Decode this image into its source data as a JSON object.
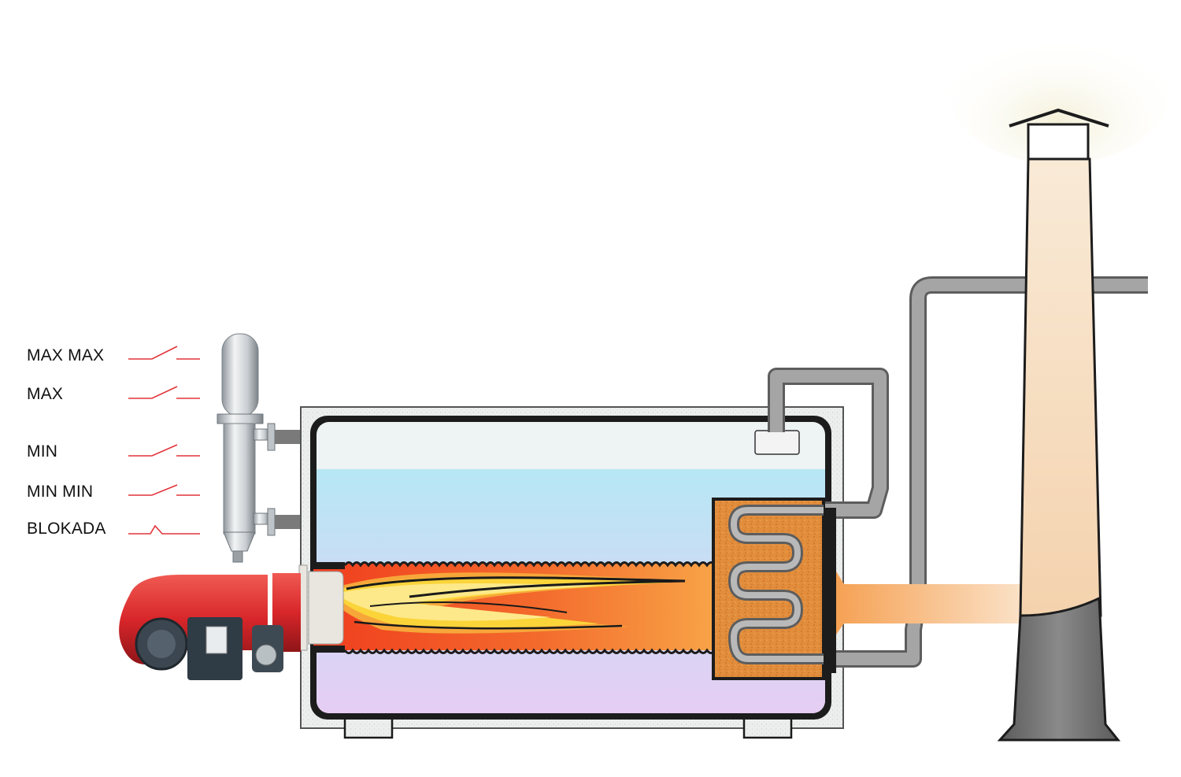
{
  "level_switches": [
    {
      "label": "MAX MAX",
      "state": "open"
    },
    {
      "label": "MAX",
      "state": "open"
    },
    {
      "label": "MIN",
      "state": "open"
    },
    {
      "label": "MIN MIN",
      "state": "open"
    },
    {
      "label": "BLOKADA",
      "state": "closed"
    }
  ],
  "colors": {
    "switch_line": "#e2333a",
    "casing": "#5a5a5a",
    "insulation": "#e9ebea",
    "steam_space": "#eef3f4",
    "water_top": "#b6e7f4",
    "water_bottom": "#e4cdf2",
    "flame_hot": "#f04a1f",
    "flame_warm": "#f79a3d",
    "economizer": "#e08c3c",
    "flue_pipe": "#9b9b9b",
    "chimney_body": "#f7dfc0",
    "chimney_base": "#6e6e6e",
    "burner_red": "#d8262a",
    "burner_gray": "#3d4a54"
  },
  "components": {
    "level_controller": "level-column-icon",
    "burner": "burner-icon",
    "boiler": "fire-tube-boiler",
    "economizer": "economizer-coil",
    "chimney": "chimney-stack"
  }
}
